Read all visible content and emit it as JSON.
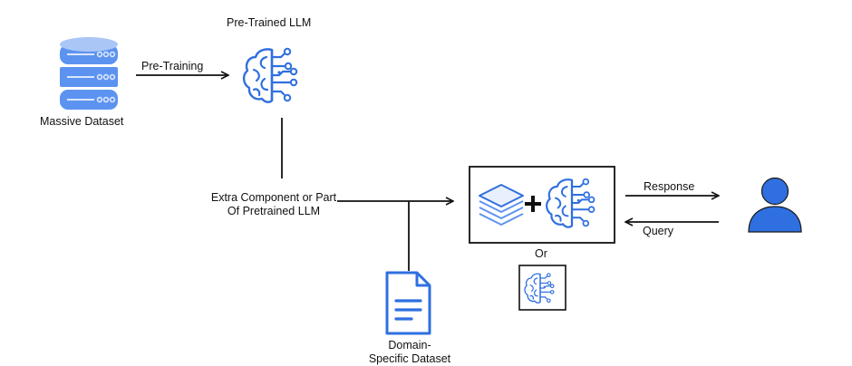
{
  "labels": {
    "massive_dataset": "Massive Dataset",
    "pre_trained_llm": "Pre-Trained LLM",
    "pre_training": "Pre-Training",
    "extra_component_line1": "Extra Component or Part",
    "extra_component_line2": "Of Pretrained LLM",
    "domain_line1": "Domain-",
    "domain_line2": "Specific Dataset",
    "response": "Response",
    "query": "Query",
    "or": "Or"
  },
  "colors": {
    "accent": "#2f6fe0",
    "accent_light": "#5d93f0",
    "stroke": "#111111",
    "user": "#2f6fe0"
  },
  "icons": [
    "database-icon",
    "brain-circuit-icon",
    "layers-icon",
    "plus-icon",
    "document-icon",
    "user-icon"
  ]
}
